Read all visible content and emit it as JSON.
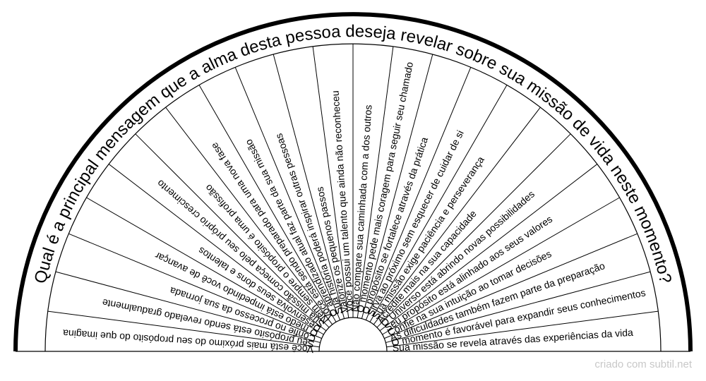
{
  "chart": {
    "question": "Qual é a principal mensagem que a alma desta pessoa deseja revelar sobre sua missão de vida neste momento?",
    "answers": [
      "Você está mais próximo do seu propósito do que imagina",
      "Seu propósito está sendo revelado gradualmente",
      "Confie no processo da sua jornada",
      "O medo está impedindo você de avançar",
      "Desenvolva seus dons e talentos",
      "Sua missão começa pelo seu próprio crescimento",
      "Nem sempre o propósito é uma profissão",
      "Você está sendo preparado para uma nova fase",
      "O aprendizado atual faz parte da sua missão",
      "Sua história poderá inspirar outras pessoas",
      "Valorize os pequenos passos",
      "Você possui um talento que ainda não reconheceu",
      "Não compare sua caminhada com a dos outros",
      "O momento pede mais coragem para seguir seu chamado",
      "O propósito se fortalece através da prática",
      "Sirva ao próximo sem esquecer de cuidar de si",
      "Sua missão exige paciência e perseverança",
      "Acredite mais na sua capacidade",
      "O Universo está abrindo novas possibilidades",
      "Seu propósito está alinhado aos seus valores",
      "Confie na sua intuição ao tomar decisões",
      "As dificuldades também fazem parte da preparação",
      "O momento é favorável para expandir seus conhecimentos",
      "Sua missão se revela através das experiências da vida"
    ]
  },
  "footer": {
    "credit": "criado com subtil.net"
  }
}
